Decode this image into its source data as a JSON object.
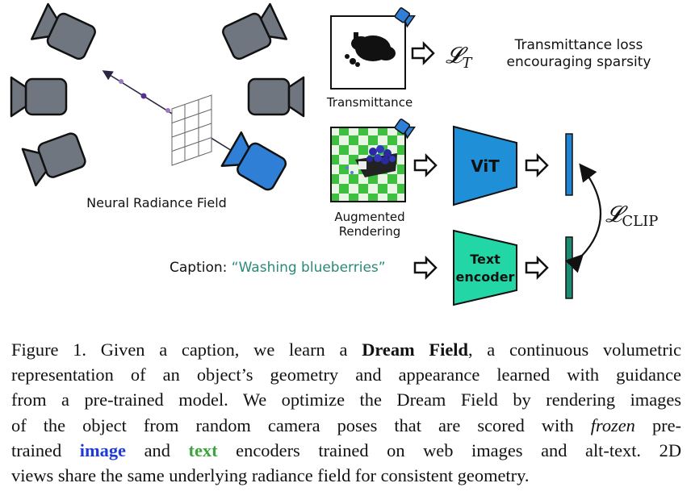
{
  "figure": {
    "nerf_label": "Neural Radiance Field",
    "transmittance_label": "Transmittance",
    "loss_t_symbol": "𝓛",
    "loss_t_subscript": "T",
    "loss_t_desc_line1": "Transmittance loss",
    "loss_t_desc_line2": "encouraging sparsity",
    "aug_label_line1": "Augmented",
    "aug_label_line2": "Rendering",
    "vit_label": "ViT",
    "text_encoder_line1": "Text",
    "text_encoder_line2": "encoder",
    "caption_prefix": "Caption: ",
    "caption_quote": "“Washing blueberries”",
    "loss_clip_symbol": "𝓛",
    "loss_clip_subscript": "CLIP",
    "colors": {
      "camera_gray": "#6f7680",
      "camera_blue": "#2f7fd6",
      "vit_blue": "#1f8fd8",
      "text_encoder_teal": "#23d6a6",
      "embed_blue": "#1e86d4",
      "embed_teal": "#1d8a72",
      "caption_quote": "#2a8a7a",
      "checker_green": "#3fbf3f"
    }
  },
  "caption": {
    "l1_a": "Figure 1. Given a caption, we learn a ",
    "l1_b": "Dream Field",
    "l1_c": ", a continuous volumetric",
    "l2": "representation of an object’s geometry and appearance learned with guidance",
    "l3": "from a pre-trained model. We optimize the Dream Field by rendering images",
    "l4_a": "of the object from random camera poses that are scored with ",
    "l4_b": "frozen",
    "l4_c": " pre-",
    "l5_a": "trained ",
    "l5_b": "image",
    "l5_c": " and ",
    "l5_d": "text",
    "l5_e": " encoders trained on web images and alt-text.  2D",
    "l6": "views share the same underlying radiance field for consistent geometry."
  }
}
